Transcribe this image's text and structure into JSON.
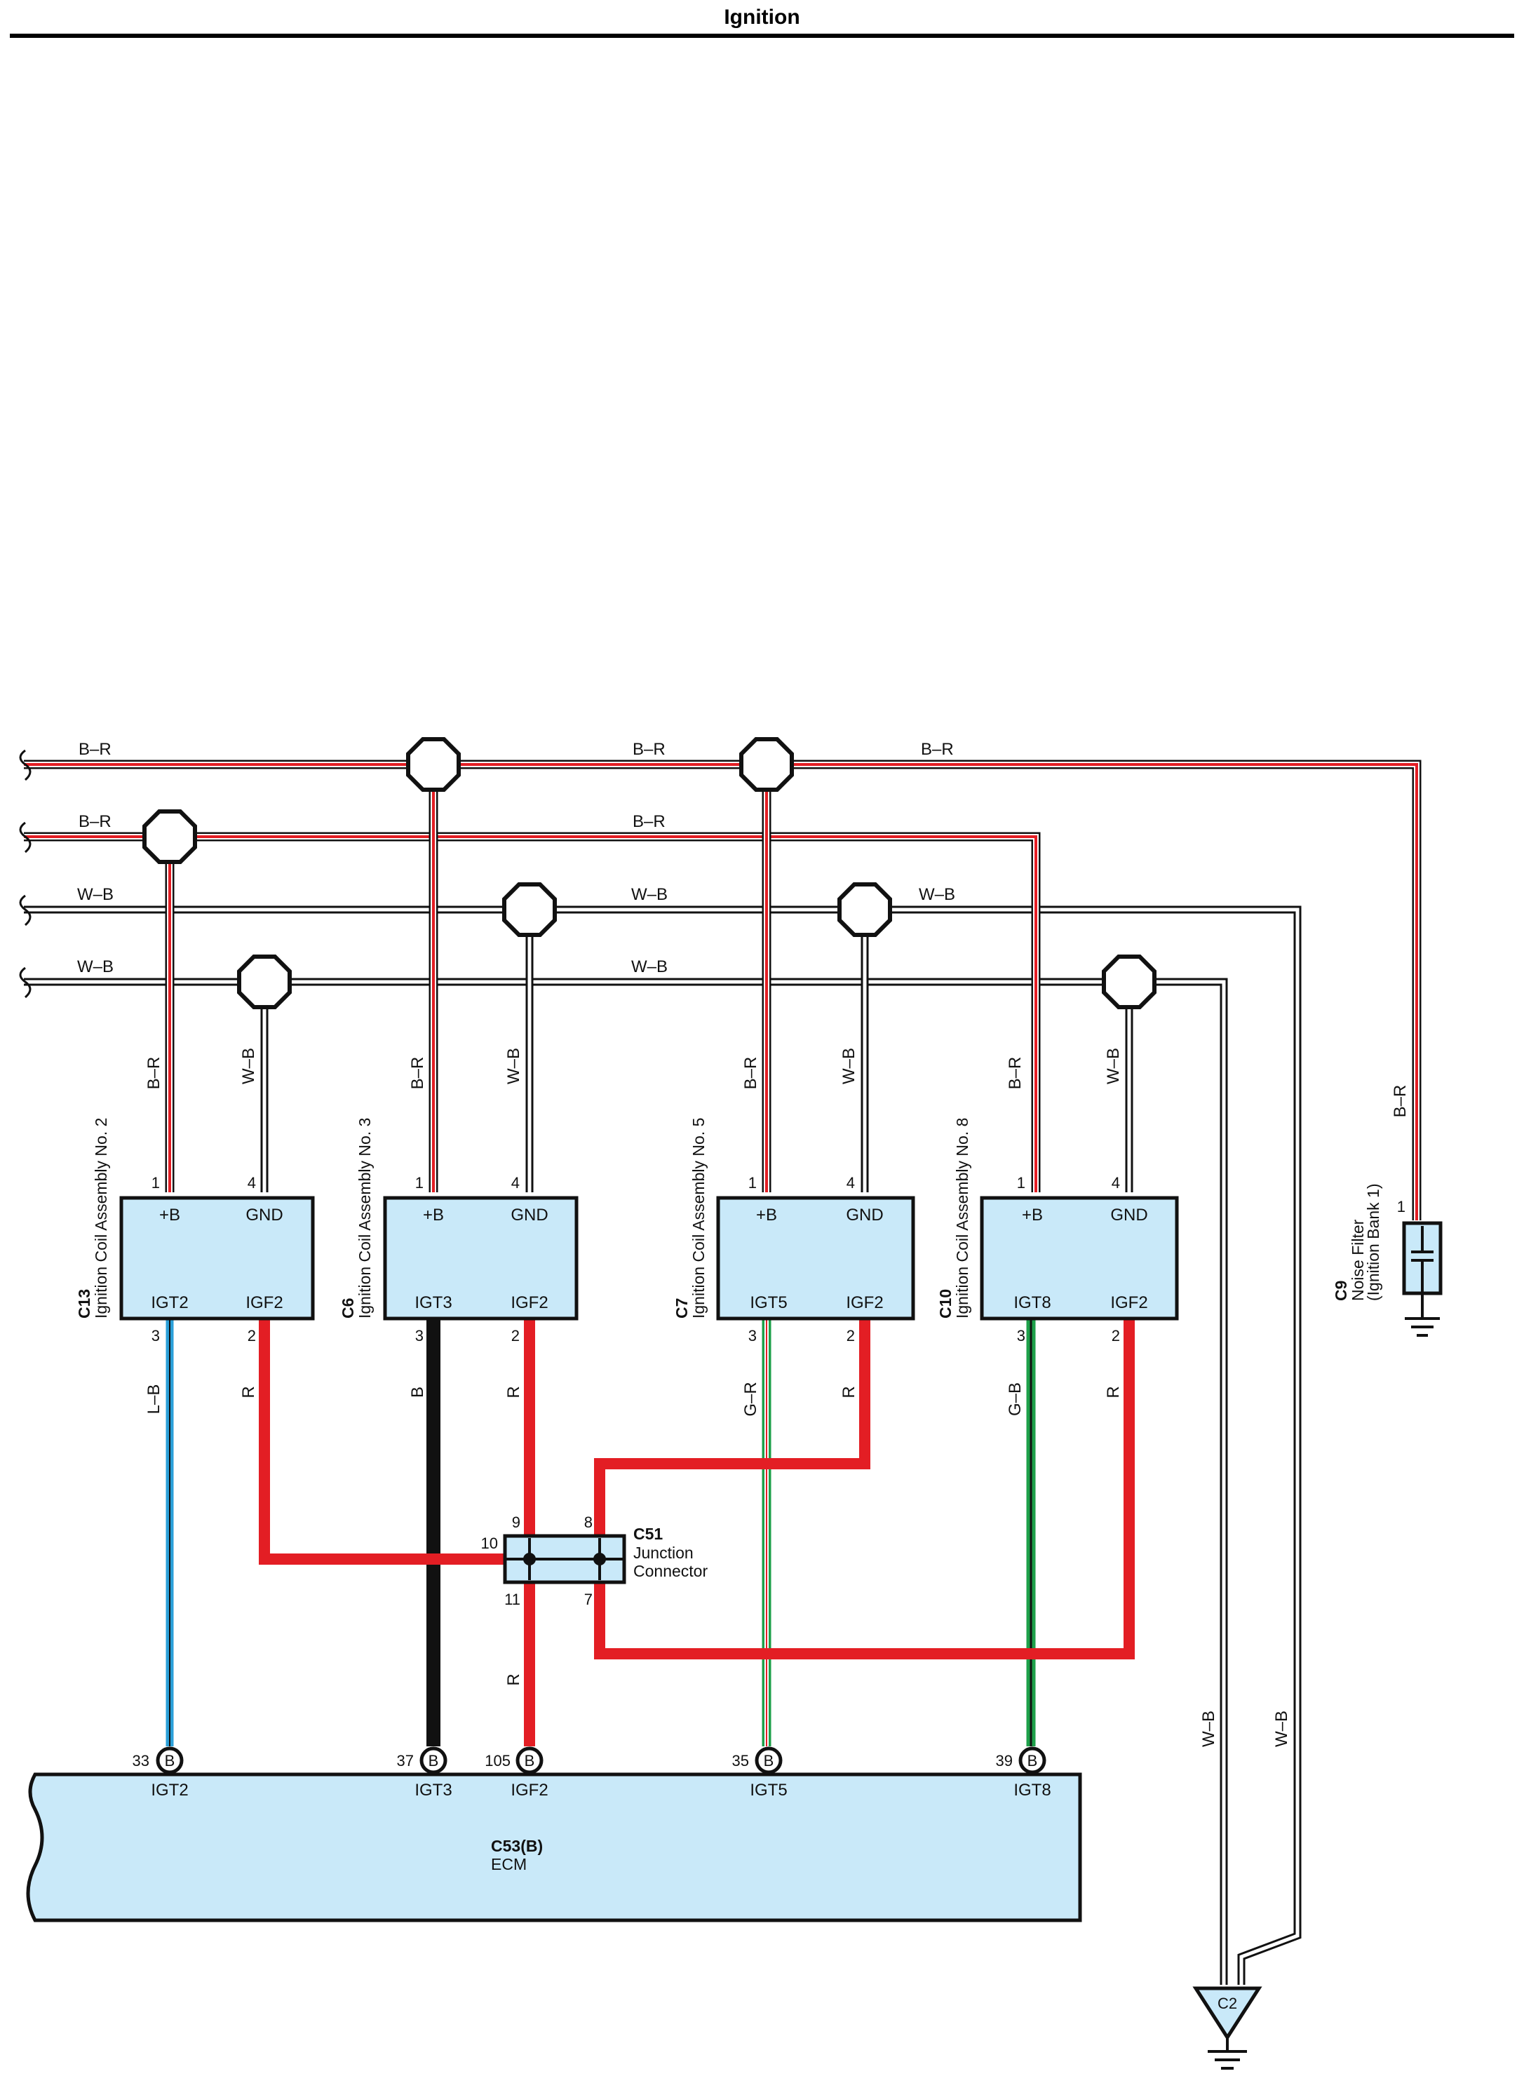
{
  "title": "Ignition",
  "colors": {
    "box_fill": "#c9e9f9",
    "red": "#e31e24",
    "black": "#111111",
    "blue": "#2b9fd8",
    "green": "#1ea04a",
    "white_wire": "#ffffff"
  },
  "buses": [
    {
      "id": "br1",
      "labels": [
        "B–R",
        "B–R",
        "B–R"
      ]
    },
    {
      "id": "br2",
      "labels": [
        "B–R",
        "B–R"
      ]
    },
    {
      "id": "wb1",
      "labels": [
        "W–B",
        "W–B",
        "W–B"
      ]
    },
    {
      "id": "wb2",
      "labels": [
        "W–B",
        "W–B"
      ]
    }
  ],
  "coils": [
    {
      "code": "C13",
      "name": "Ignition Coil Assembly No. 2",
      "pin_tl": "1",
      "pin_tr": "4",
      "pin_bl": "3",
      "pin_br": "2",
      "term_tl": "+B",
      "term_tr": "GND",
      "term_bl": "IGT2",
      "term_br": "IGF2",
      "wire_pwr": "B–R",
      "wire_gnd": "W–B",
      "wire_igt": "L–B",
      "wire_igf": "R"
    },
    {
      "code": "C6",
      "name": "Ignition Coil Assembly No. 3",
      "pin_tl": "1",
      "pin_tr": "4",
      "pin_bl": "3",
      "pin_br": "2",
      "term_tl": "+B",
      "term_tr": "GND",
      "term_bl": "IGT3",
      "term_br": "IGF2",
      "wire_pwr": "B–R",
      "wire_gnd": "W–B",
      "wire_igt": "B",
      "wire_igf": "R"
    },
    {
      "code": "C7",
      "name": "Ignition Coil Assembly No. 5",
      "pin_tl": "1",
      "pin_tr": "4",
      "pin_bl": "3",
      "pin_br": "2",
      "term_tl": "+B",
      "term_tr": "GND",
      "term_bl": "IGT5",
      "term_br": "IGF2",
      "wire_pwr": "B–R",
      "wire_gnd": "W–B",
      "wire_igt": "G–R",
      "wire_igf": "R"
    },
    {
      "code": "C10",
      "name": "Ignition Coil Assembly No. 8",
      "pin_tl": "1",
      "pin_tr": "4",
      "pin_bl": "3",
      "pin_br": "2",
      "term_tl": "+B",
      "term_tr": "GND",
      "term_bl": "IGT8",
      "term_br": "IGF2",
      "wire_pwr": "B–R",
      "wire_gnd": "W–B",
      "wire_igt": "G–B",
      "wire_igf": "R"
    }
  ],
  "noise_filter": {
    "code": "C9",
    "name1": "Noise Filter",
    "name2": "(Ignition Bank 1)",
    "pin": "1",
    "wire": "B–R"
  },
  "junction": {
    "code": "C51",
    "name1": "Junction",
    "name2": "Connector",
    "pins": [
      "9",
      "8",
      "10",
      "11",
      "7"
    ],
    "wire_out": "R"
  },
  "ecm": {
    "code": "C53(B)",
    "name": "ECM",
    "connector_letter": "B",
    "pins": [
      {
        "num": "33",
        "label": "IGT2"
      },
      {
        "num": "37",
        "label": "IGT3"
      },
      {
        "num": "105",
        "label": "IGF2"
      },
      {
        "num": "35",
        "label": "IGT5"
      },
      {
        "num": "39",
        "label": "IGT8"
      }
    ]
  },
  "ground": {
    "code": "C2",
    "wires": [
      "W–B",
      "W–B"
    ]
  }
}
